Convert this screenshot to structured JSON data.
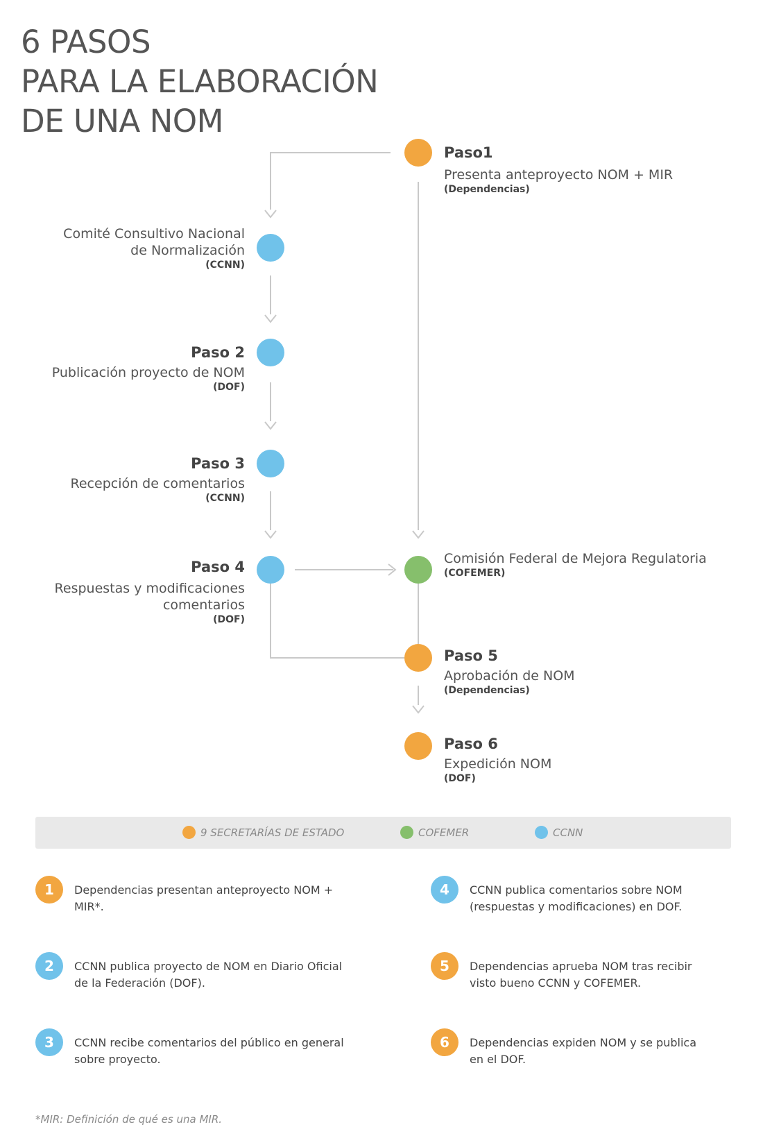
{
  "title": {
    "line1": "6 PASOS",
    "line2": "PARA LA ELABORACIÓN",
    "line3": "DE UNA NOM"
  },
  "colors": {
    "orange": "#f2a640",
    "blue": "#70c2ea",
    "green": "#86bf6c",
    "connector": "#c9c9c9"
  },
  "flow": {
    "paso1": {
      "step": "Paso1",
      "desc": "Presenta anteproyecto NOM +  MIR",
      "org": "(Dependencias)"
    },
    "ccnn": {
      "desc_line1": "Comité Consultivo Nacional",
      "desc_line2": "de Normalización",
      "org": "(CCNN)"
    },
    "paso2": {
      "step": "Paso 2",
      "desc": "Publicación proyecto de NOM",
      "org": "(DOF)"
    },
    "paso3": {
      "step": "Paso 3",
      "desc": "Recepción de comentarios",
      "org": "(CCNN)"
    },
    "paso4": {
      "step": "Paso 4",
      "desc_line1": "Respuestas y modificaciones",
      "desc_line2": "comentarios",
      "org": "(DOF)"
    },
    "cofemer": {
      "desc": "Comisión Federal de Mejora Regulatoria",
      "org": "(COFEMER)"
    },
    "paso5": {
      "step": "Paso 5",
      "desc": "Aprobación de NOM",
      "org": "(Dependencias)"
    },
    "paso6": {
      "step": "Paso 6",
      "desc": "Expedición NOM",
      "org": "(DOF)"
    }
  },
  "legend": [
    {
      "label": "9 SECRETARÍAS DE ESTADO",
      "color": "#f2a640"
    },
    {
      "label": "COFEMER",
      "color": "#86bf6c"
    },
    {
      "label": "CCNN",
      "color": "#70c2ea"
    }
  ],
  "notes": [
    {
      "num": "1",
      "color": "#f2a640",
      "text_line1": "Dependencias presentan anteproyecto NOM + MIR*.",
      "text_line2": ""
    },
    {
      "num": "2",
      "color": "#70c2ea",
      "text_line1": "CCNN publica proyecto de NOM en Diario Oficial",
      "text_line2": "de la Federación (DOF)."
    },
    {
      "num": "3",
      "color": "#70c2ea",
      "text_line1": "CCNN recibe comentarios del público en general",
      "text_line2": "sobre proyecto."
    },
    {
      "num": "4",
      "color": "#70c2ea",
      "text_line1": "CCNN publica comentarios sobre NOM",
      "text_line2": "(respuestas y modificaciones) en DOF."
    },
    {
      "num": "5",
      "color": "#f2a640",
      "text_line1": "Dependencias aprueba NOM tras recibir",
      "text_line2": "visto bueno CCNN y COFEMER."
    },
    {
      "num": "6",
      "color": "#f2a640",
      "text_line1": "Dependencias expiden NOM y se publica",
      "text_line2": "en el DOF."
    }
  ],
  "footnote": "*MIR: Definición de qué es una MIR."
}
